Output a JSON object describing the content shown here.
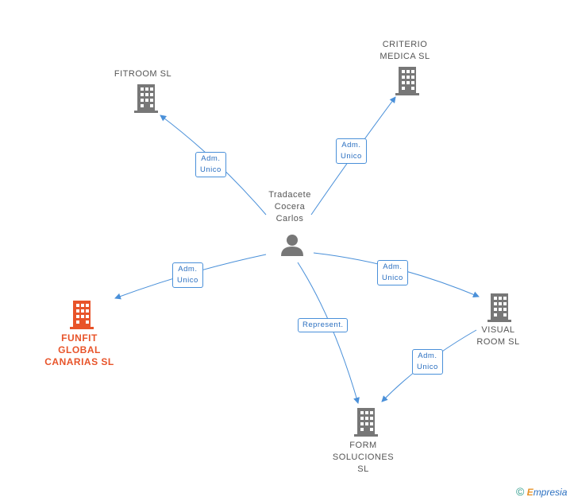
{
  "person": {
    "name": "Tradacete\nCocera\nCarlos",
    "icon": "person-icon"
  },
  "companies": [
    {
      "id": "fitroom",
      "name": "FITROOM  SL",
      "icon": "building-icon",
      "color": "#777777"
    },
    {
      "id": "criterio",
      "name": "CRITERIO\nMEDICA SL",
      "icon": "building-icon",
      "color": "#777777"
    },
    {
      "id": "funfit",
      "name": "FUNFIT\nGLOBAL\nCANARIAS  SL",
      "icon": "building-icon",
      "color": "#e8542a"
    },
    {
      "id": "visual",
      "name": "VISUAL\nROOM SL",
      "icon": "building-icon",
      "color": "#777777"
    },
    {
      "id": "form",
      "name": "FORM\nSOLUCIONES\nSL",
      "icon": "building-icon",
      "color": "#777777"
    }
  ],
  "relations": [
    {
      "from": "person",
      "to": "fitroom",
      "label": "Adm.\nUnico"
    },
    {
      "from": "person",
      "to": "criterio",
      "label": "Adm.\nUnico"
    },
    {
      "from": "person",
      "to": "funfit",
      "label": "Adm.\nUnico"
    },
    {
      "from": "person",
      "to": "visual",
      "label": "Adm.\nUnico"
    },
    {
      "from": "person",
      "to": "form",
      "label": "Represent."
    },
    {
      "from": "visual",
      "to": "form",
      "label": "Adm.\nUnico"
    }
  ],
  "colors": {
    "edge": "#4a90d9",
    "building": "#777777",
    "focus": "#e8542a"
  },
  "watermark": {
    "symbol": "©",
    "brand_initial": "E",
    "brand_rest": "mpresia"
  }
}
